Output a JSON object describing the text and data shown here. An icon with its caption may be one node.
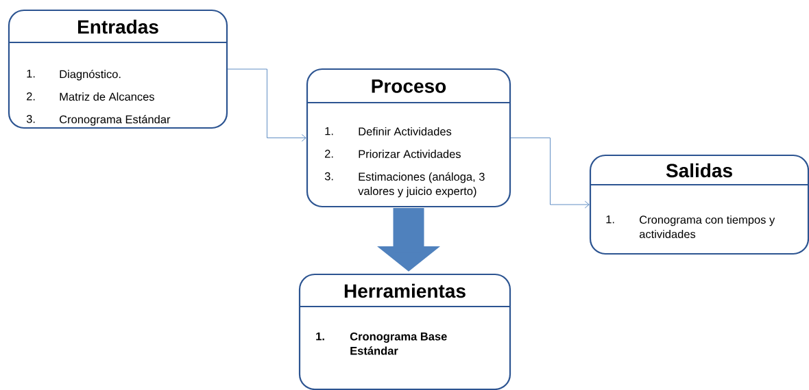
{
  "diagram": {
    "nodes": [
      {
        "text": [
          "Entradas",
          "1.",
          "Diagnóstico.",
          "2.",
          "Matriz de Alcances",
          "3.",
          "Cronograma Estándar"
        ]
      },
      {
        "text": [
          "Proceso",
          "1.",
          "Definir Actividades",
          "2.",
          "Priorizar Actividades",
          "3.",
          "Estimaciones (análoga, 3 valores y juicio experto)"
        ]
      },
      {
        "text": [
          "Salidas",
          "1.",
          "Cronograma con tiempos y actividades"
        ]
      },
      {
        "text": [
          "Herramientas",
          "1.",
          "Cronograma Base Estándar"
        ]
      }
    ],
    "edges": [
      {
        "from": 0,
        "to": 1,
        "arrow": "to"
      },
      {
        "from": 1,
        "to": 2,
        "arrow": "to"
      },
      {
        "from": 1,
        "to": 3,
        "arrow": "to",
        "style": "thick"
      }
    ]
  }
}
